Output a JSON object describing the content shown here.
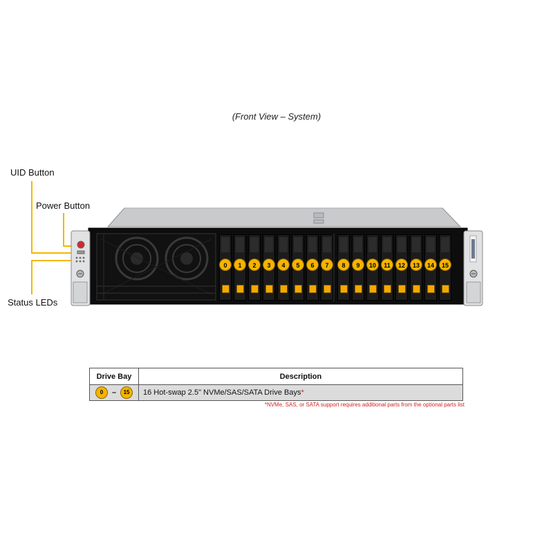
{
  "caption": "(Front View – System)",
  "callouts": {
    "uid_button": "UID Button",
    "power_button": "Power Button",
    "status_leds": "Status LEDs"
  },
  "drive_bays": [
    "0",
    "1",
    "2",
    "3",
    "4",
    "5",
    "6",
    "7",
    "8",
    "9",
    "10",
    "11",
    "12",
    "13",
    "14",
    "15"
  ],
  "table": {
    "headers": [
      "Drive Bay",
      "Description"
    ],
    "row": {
      "bay_start": "0",
      "bay_sep": "–",
      "bay_end": "15",
      "description": "16 Hot-swap 2.5\" NVMe/SAS/SATA Drive Bays",
      "asterisk": "*"
    }
  },
  "footnote": "*NVMe, SAS, or SATA support requires additional parts from the optional parts list",
  "colors": {
    "accent": "#f5b400",
    "callout_line": "#f2b700",
    "note": "#d61f1f"
  },
  "icons": {
    "power": "power-button-icon",
    "uid": "uid-button-icon",
    "fan": "fan-grille-icon"
  }
}
